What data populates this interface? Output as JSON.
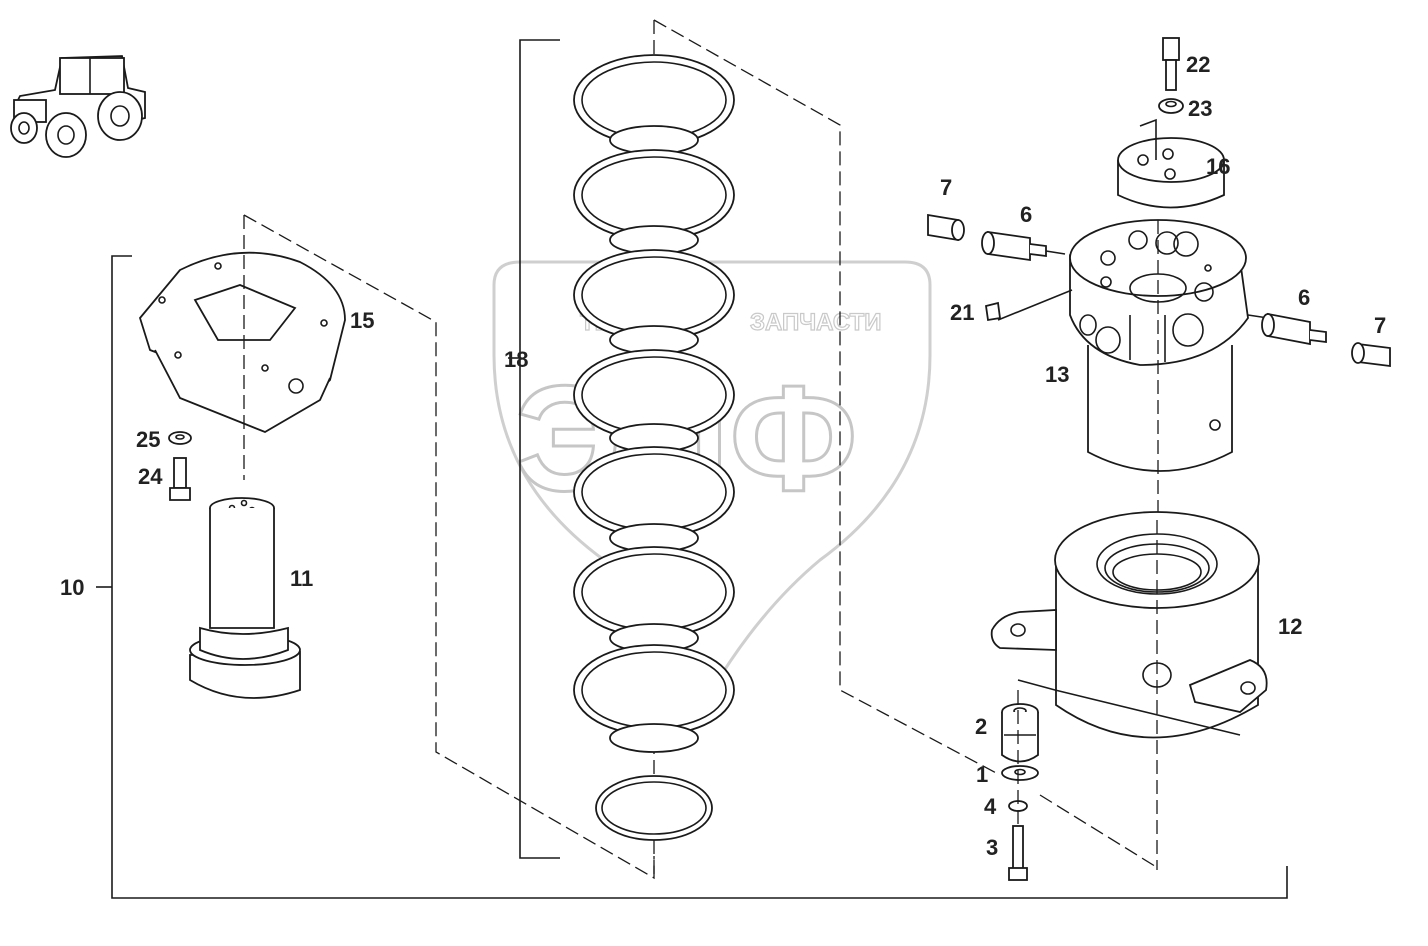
{
  "watermark": {
    "top_text_left": "ТЕХНИКА",
    "top_text_right": "ЗАПЧАСТИ",
    "logo_text": "ЭПФ"
  },
  "callouts": {
    "c1": "1",
    "c2": "2",
    "c3": "3",
    "c4": "4",
    "c6a": "6",
    "c6b": "6",
    "c7a": "7",
    "c7b": "7",
    "c10": "10",
    "c11": "11",
    "c12": "12",
    "c13": "13",
    "c15": "15",
    "c16": "16",
    "c18": "18",
    "c21": "21",
    "c22": "22",
    "c23": "23",
    "c24": "24",
    "c25": "25"
  },
  "colors": {
    "line": "#1a1a1a",
    "watermark": "#cfcfcf",
    "background": "#ffffff"
  }
}
